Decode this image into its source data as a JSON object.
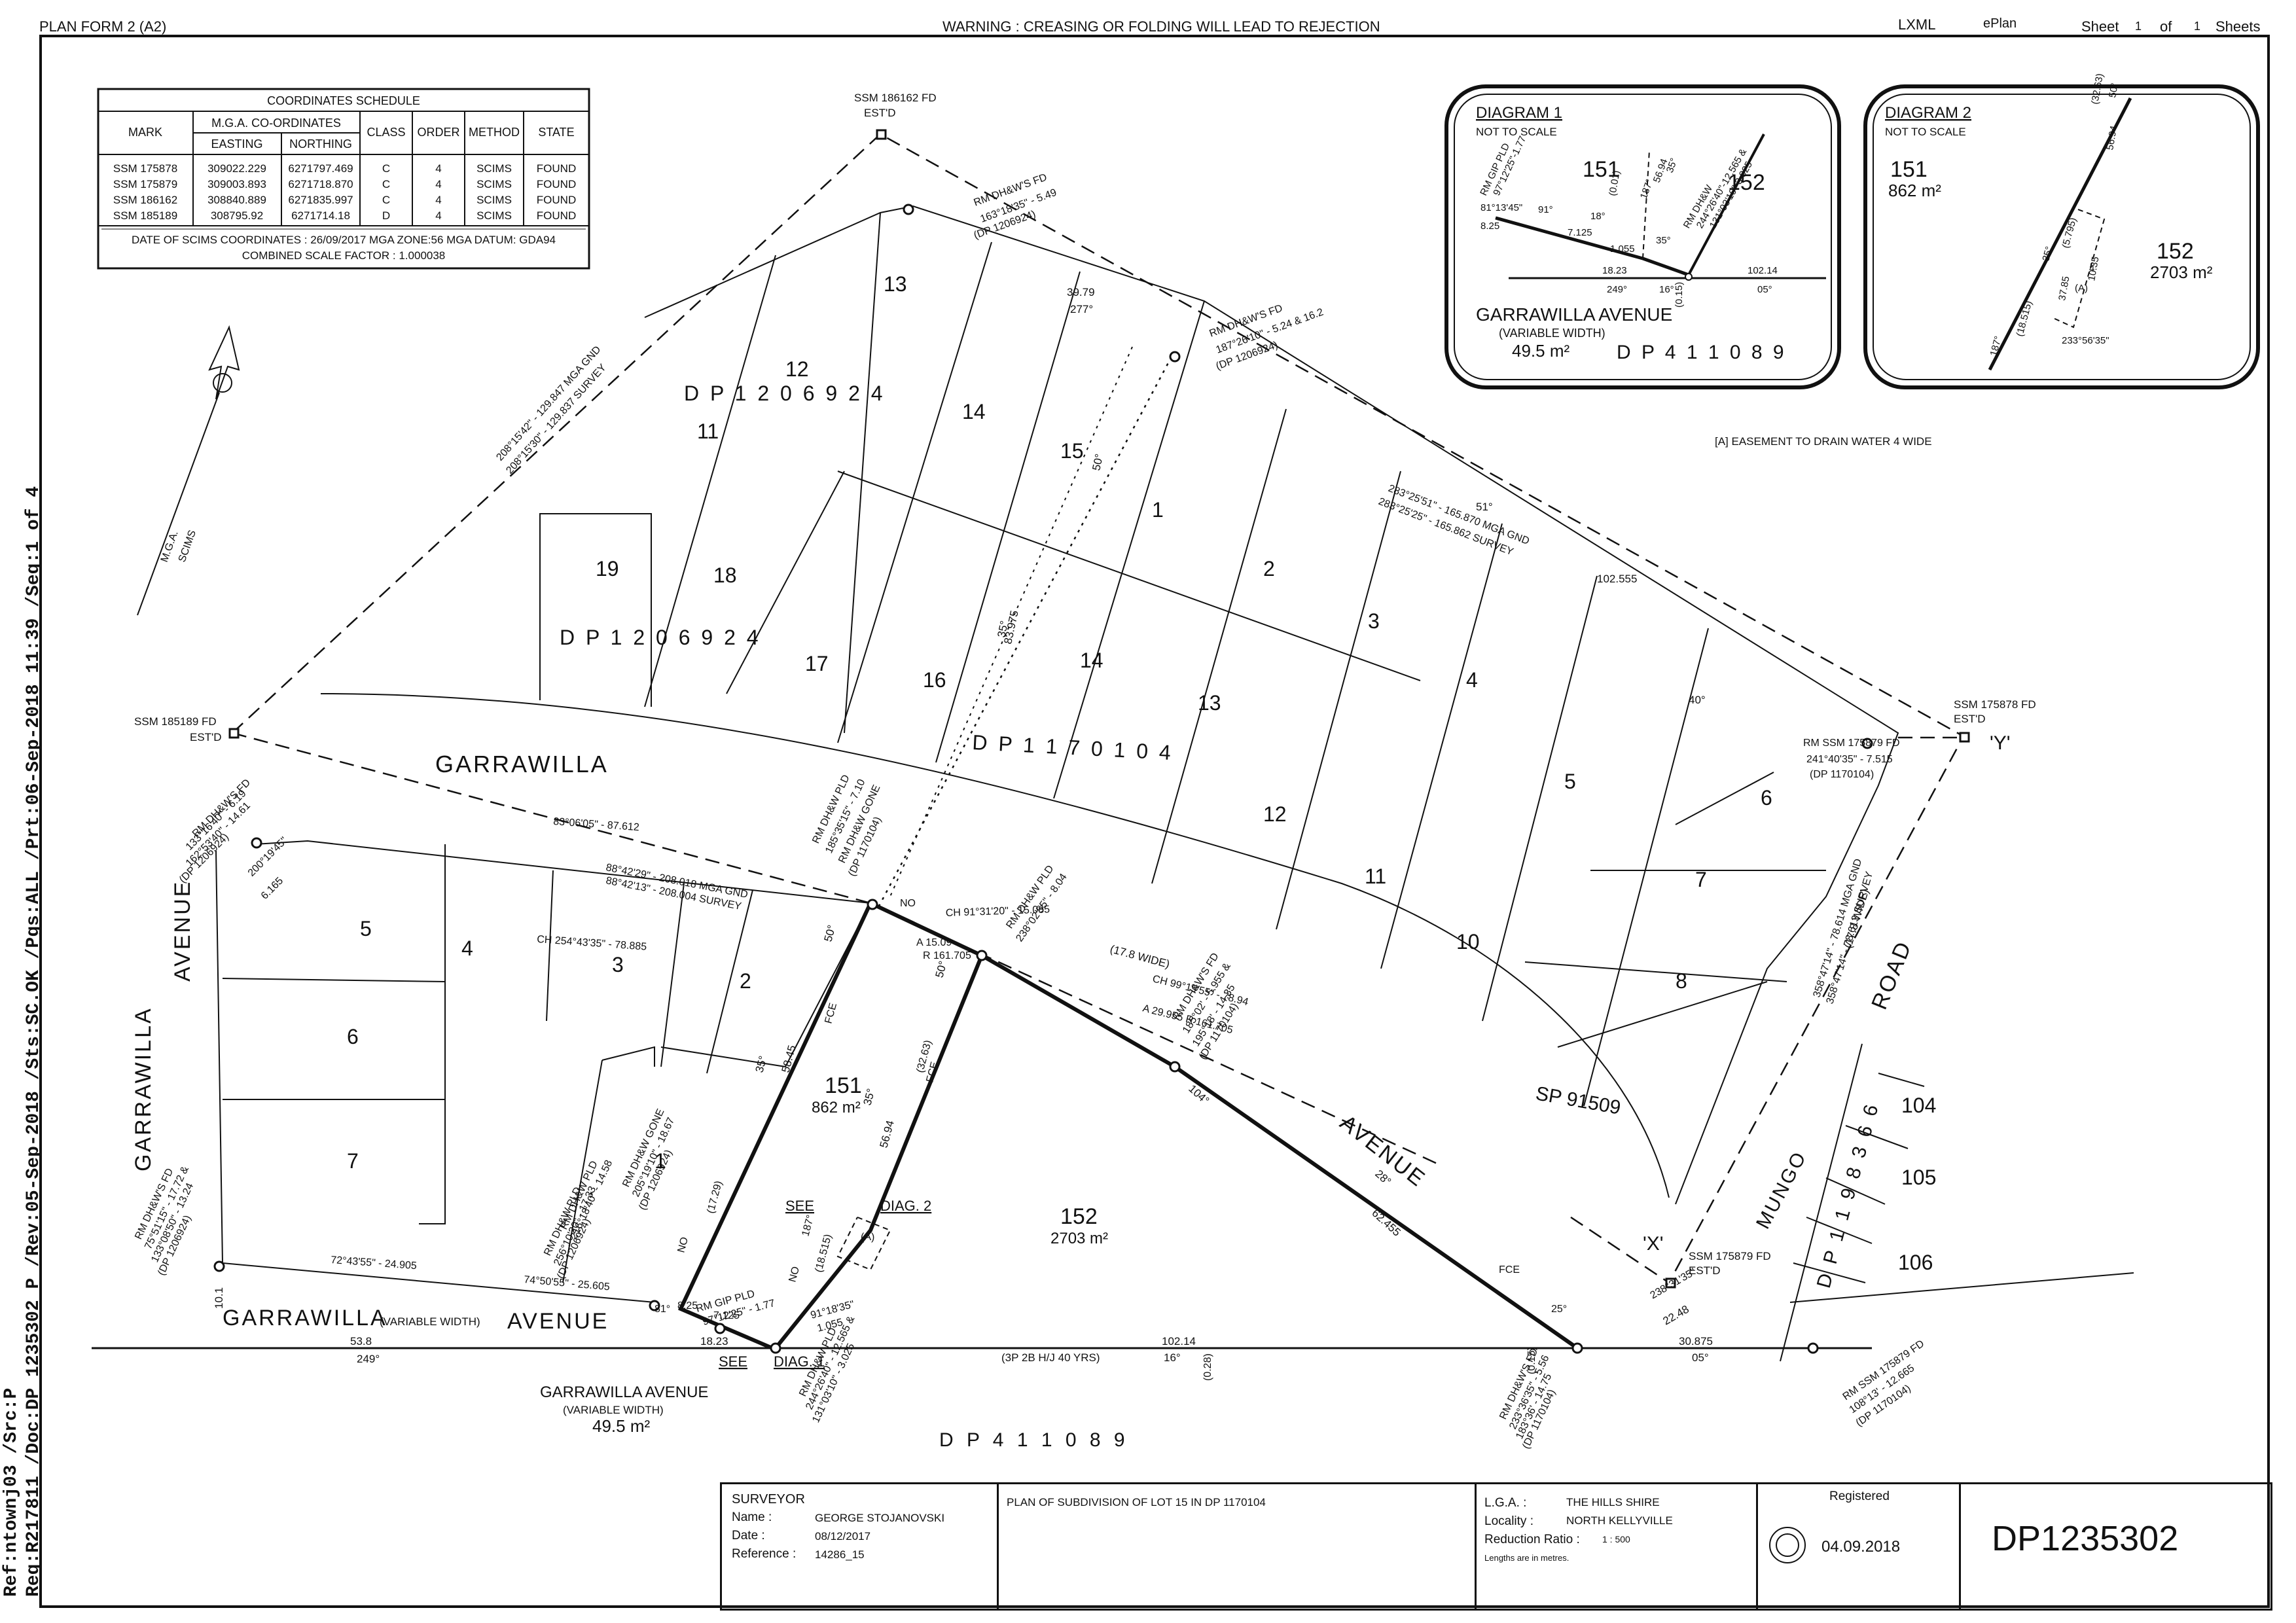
{
  "header": {
    "form": "PLAN FORM 2 (A2)",
    "warning": "WARNING : CREASING OR FOLDING WILL LEAD TO REJECTION",
    "lxml": "LXML",
    "eplan": "ePlan",
    "sheet_word": "Sheet",
    "sheet_num": "1",
    "of_word": "of",
    "sheet_total": "1",
    "sheets_word": "Sheets"
  },
  "sidebar": {
    "line1": "Req:R217811 /Doc:DP 1235302 P /Rev:05-Sep-2018 /Sts:SC.OK /Pgs:ALL /Prt:06-Sep-2018 11:39 /Seq:1 of 4",
    "line2": "Ref:ntownj03 /Src:P"
  },
  "coord_schedule": {
    "title": "COORDINATES SCHEDULE",
    "headers": {
      "mark": "MARK",
      "mga": "M.G.A. CO-ORDINATES",
      "easting": "EASTING",
      "northing": "NORTHING",
      "class": "CLASS",
      "order": "ORDER",
      "method": "METHOD",
      "state": "STATE"
    },
    "rows": [
      [
        "SSM 175878",
        "309022.229",
        "6271797.469",
        "C",
        "4",
        "SCIMS",
        "FOUND"
      ],
      [
        "SSM 175879",
        "309003.893",
        "6271718.870",
        "C",
        "4",
        "SCIMS",
        "FOUND"
      ],
      [
        "SSM 186162",
        "308840.889",
        "6271835.997",
        "C",
        "4",
        "SCIMS",
        "FOUND"
      ],
      [
        "SSM 185189",
        "308795.92",
        "6271714.18",
        "D",
        "4",
        "SCIMS",
        "FOUND"
      ]
    ],
    "footer1": "DATE OF SCIMS COORDINATES : 26/09/2017   MGA ZONE:56   MGA DATUM: GDA94",
    "footer2": "COMBINED SCALE FACTOR : 1.000038"
  },
  "diagram1": {
    "title": "DIAGRAM 1",
    "nts": "NOT TO SCALE",
    "lot151": "151",
    "lot152": "152",
    "road": "GARRAWILLA AVENUE",
    "road_width": "(VARIABLE WIDTH)",
    "area": "49.5 m²",
    "dp": "D P 4 1 1 0 8 9",
    "labels": [
      "81°13'45\"",
      "8.25",
      "RM GIP PLD",
      "97°12'25\"-1.77",
      "91°",
      "7.125",
      "18°",
      "(0.01)",
      "187°",
      "56.94",
      "35°",
      "1.055",
      "35°",
      "RM DH&W",
      "244°26'40\"-12.565 &",
      "131°03'10\"-3.025",
      "18.23",
      "249°",
      "16°",
      "102.14",
      "05°",
      "(0.15)"
    ]
  },
  "diagram2": {
    "title": "DIAGRAM 2",
    "nts": "NOT TO SCALE",
    "lot151": "151",
    "area151": "862 m²",
    "lot152": "152",
    "area152": "2703 m²",
    "labels": [
      "(32.63)",
      "56.94",
      "50°",
      "187°",
      "(18.515)",
      "35°",
      "(5.795)",
      "4",
      "10.35",
      "37.85",
      "(A)",
      "233°56'35\""
    ]
  },
  "easement_note": "[A]  EASEMENT TO DRAIN WATER 4 WIDE",
  "north": {
    "label1": "M.G.A.",
    "label2": "SCIMS"
  },
  "roads": {
    "garrawilla": "GARRAWILLA",
    "avenue": "AVENUE",
    "garrawilla_avenue_left1": "GARRAWILLA",
    "garrawilla_avenue_left2": "AVENUE",
    "garrawilla_bottom": "GARRAWILLA",
    "variable_width": "(VARIABLE WIDTH)",
    "avenue_bottom": "AVENUE",
    "mungo": "MUNGO",
    "road": "ROAD",
    "garrawilla_avenue_area1": "GARRAWILLA AVENUE",
    "garrawilla_avenue_area2": "(VARIABLE WIDTH)",
    "garrawilla_avenue_area3": "49.5 m²"
  },
  "marks": {
    "ssm186162": "SSM 186162 FD",
    "ssm186162b": "EST'D",
    "ssm185189": "SSM 185189 FD",
    "ssm185189b": "EST'D",
    "ssm175878": "SSM 175878 FD",
    "ssm175878b": "EST'D",
    "ssm175879": "SSM 175879 FD",
    "ssm175879b": "EST'D",
    "y": "'Y'",
    "x": "'X'"
  },
  "lots": {
    "l151": "151",
    "a151": "862 m²",
    "l152": "152",
    "a152": "2703 m²",
    "sp": "SP 91509",
    "dp_bottom": "D P 4 1 1 0 8 9",
    "see1": "SEE",
    "diag1": "DIAG. 1",
    "see2": "SEE",
    "diag2": "DIAG. 2"
  },
  "plan_labels": [
    [
      "13",
      1350,
      445
    ],
    [
      "12",
      1200,
      575
    ],
    [
      "11",
      1065,
      670
    ],
    [
      "14",
      1470,
      640
    ],
    [
      "15",
      1620,
      700
    ],
    [
      "19",
      910,
      880
    ],
    [
      "18",
      1090,
      890
    ],
    [
      "17",
      1230,
      1025
    ],
    [
      "16",
      1410,
      1050
    ],
    [
      "1",
      1760,
      790
    ],
    [
      "2",
      1930,
      880
    ],
    [
      "3",
      2090,
      960
    ],
    [
      "4",
      2240,
      1050
    ],
    [
      "5",
      2390,
      1205
    ],
    [
      "6",
      2690,
      1230
    ],
    [
      "7",
      2590,
      1355
    ],
    [
      "8",
      2560,
      1510
    ],
    [
      "14",
      1650,
      1020
    ],
    [
      "13",
      1830,
      1085
    ],
    [
      "12",
      1930,
      1255
    ],
    [
      "11",
      2085,
      1350
    ],
    [
      "10",
      2225,
      1450
    ],
    [
      "5",
      550,
      1430
    ],
    [
      "6",
      530,
      1595
    ],
    [
      "7",
      530,
      1785
    ],
    [
      "4",
      705,
      1460
    ],
    [
      "3",
      935,
      1485
    ],
    [
      "2",
      1130,
      1510
    ],
    [
      "1",
      1000,
      1785
    ],
    [
      "104",
      2905,
      1700
    ],
    [
      "105",
      2905,
      1810
    ],
    [
      "106",
      2900,
      1940
    ]
  ],
  "dp_strings": {
    "dp1206924_top": "D  P  1  2  0  6  9  2  4",
    "dp1206924_mid": "D  P  1  2  0  6  9  2  4",
    "dp1170104": "D  P  1  1  7  0  1  0  4",
    "dp1198366": "D  P  1  1  9  8  3  6  6"
  },
  "dims": [
    [
      "39.79",
      1630,
      452,
      0
    ],
    [
      "277°",
      1635,
      478,
      0
    ],
    [
      "102.555",
      2440,
      890,
      0
    ],
    [
      "51°",
      2255,
      780,
      0
    ],
    [
      "40°",
      2580,
      1075,
      0
    ],
    [
      "83.975",
      1545,
      985,
      -78
    ],
    [
      "50°",
      1680,
      720,
      -78
    ],
    [
      "35°",
      1535,
      975,
      -78
    ],
    [
      "58.45",
      1205,
      1640,
      -75
    ],
    [
      "35°",
      1165,
      1640,
      -75
    ],
    [
      "56.94",
      1355,
      1755,
      -75
    ],
    [
      "35°",
      1330,
      1690,
      -75
    ],
    [
      "50°",
      1270,
      1440,
      -75
    ],
    [
      "50°",
      1440,
      1495,
      -75
    ],
    [
      "62.455",
      2095,
      1855,
      42
    ],
    [
      "28°",
      2100,
      1795,
      42
    ],
    [
      "104°",
      1815,
      1665,
      42
    ],
    [
      "(17.8 WIDE)",
      1695,
      1455,
      15
    ],
    [
      "(17.8 WIDE)",
      2828,
      1450,
      -73
    ],
    [
      "102.14",
      1775,
      2055,
      0
    ],
    [
      "16°",
      1778,
      2080,
      0
    ],
    [
      "30.875",
      2565,
      2055,
      0
    ],
    [
      "05°",
      2585,
      2080,
      0
    ],
    [
      "53.8",
      535,
      2055,
      0
    ],
    [
      "249°",
      545,
      2082,
      0
    ],
    [
      "18.23",
      1070,
      2055,
      0
    ],
    [
      "22.48",
      2545,
      2025,
      -30
    ],
    [
      "10.1",
      340,
      2000,
      -90
    ],
    [
      "(3P 2B  H/J  40 YRS)",
      1530,
      2080,
      0
    ]
  ],
  "long_labels": [
    [
      "208°15'42\" - 129.847 MGA GND",
      765,
      705,
      -48
    ],
    [
      "208°15'30\" - 129.837 SURVEY",
      780,
      725,
      -48
    ],
    [
      "283°25'51\" - 165.870 MGA GND",
      2120,
      750,
      21
    ],
    [
      "283°25'25\" - 165.862 SURVEY",
      2105,
      770,
      21
    ],
    [
      "83°06'05\" - 87.612",
      845,
      1260,
      4
    ],
    [
      "88°42'29\" - 208.018 MGA GND",
      925,
      1330,
      11
    ],
    [
      "88°42'13\" - 208.004 SURVEY",
      925,
      1350,
      11
    ],
    [
      "CH 254°43'35\" - 78.885",
      820,
      1440,
      4
    ],
    [
      "CH 91°31'20\" - 15.085",
      1445,
      1400,
      -2
    ],
    [
      "CH 99°19'55\" - 78.94",
      1760,
      1500,
      14
    ],
    [
      "A 29.955   R 161.705",
      1745,
      1545,
      14
    ],
    [
      "358°47'14\" - 78.614 MGA GND",
      2780,
      1525,
      -73
    ],
    [
      "358°47'14\" - 78.613 SURVEY",
      2800,
      1535,
      -73
    ],
    [
      "72°43'55\" - 24.905",
      505,
      1930,
      4
    ],
    [
      "74°50'55\" - 25.605",
      800,
      1960,
      5
    ],
    [
      "RM DH&W'S FD",
      1490,
      315,
      -20
    ],
    [
      "163°18'35\" - 5.49",
      1500,
      340,
      -20
    ],
    [
      "(DP 1206924)",
      1490,
      365,
      -20
    ],
    [
      "RM DH&W'S FD",
      1850,
      515,
      -20
    ],
    [
      "187°26'10\" - 5.24 & 16.2",
      1860,
      540,
      -20
    ],
    [
      "(DP 1206924)",
      1860,
      565,
      -20
    ],
    [
      "RM DH&W'S FD",
      300,
      1280,
      -45
    ],
    [
      "133°16'40\" - 6.19",
      290,
      1300,
      -45
    ],
    [
      "162°53'40\" - 14.61",
      290,
      1325,
      -45
    ],
    [
      "(DP 1206924)",
      280,
      1350,
      -45
    ],
    [
      "RM SSM 175879 FD",
      2755,
      1140,
      0
    ],
    [
      "241°40'35\" - 7.515",
      2760,
      1165,
      0
    ],
    [
      "(DP 1170104)",
      2765,
      1188,
      0
    ],
    [
      "RM DH&W PLD",
      1250,
      1290,
      -65
    ],
    [
      "185°35'15\" - 7.10",
      1270,
      1305,
      -65
    ],
    [
      "RM DH&W GONE",
      1290,
      1320,
      -65
    ],
    [
      "(DP 1170104)",
      1305,
      1340,
      -65
    ],
    [
      "RM DH&W PLD",
      1545,
      1420,
      -55
    ],
    [
      "238°02'55\" - 8.04",
      1560,
      1440,
      -55
    ],
    [
      "RM DH&W'S FD",
      1800,
      1560,
      -58
    ],
    [
      "185°02' - 5.955 &",
      1815,
      1580,
      -58
    ],
    [
      "195°18' - 14.35",
      1830,
      1600,
      -58
    ],
    [
      "(DP 1170104)",
      1840,
      1620,
      -58
    ],
    [
      "RM DH&W GONE",
      960,
      1815,
      -65
    ],
    [
      "205°19'10\" - 18.67",
      975,
      1830,
      -65
    ],
    [
      "(DP 1206924)",
      985,
      1850,
      -65
    ],
    [
      "RM DH&W PLD",
      865,
      1880,
      -65
    ],
    [
      "216°18'40\" - 14.58",
      880,
      1895,
      -65
    ],
    [
      "RM DH&W PLD",
      840,
      1920,
      -65
    ],
    [
      "256°10'20\" - 17.33",
      855,
      1935,
      -65
    ],
    [
      "(DP 1206924)",
      860,
      1955,
      -65
    ],
    [
      "RM DH&W'S FD",
      215,
      1895,
      -65
    ],
    [
      "75°51'15\" - 17.72 &",
      230,
      1910,
      -65
    ],
    [
      "133°08'50\" - 13.24",
      240,
      1930,
      -65
    ],
    [
      "(DP 1206924)",
      250,
      1950,
      -65
    ],
    [
      "RM GIP PLD",
      1065,
      2005,
      -15
    ],
    [
      "97°12'25\" - 1.77",
      1075,
      2025,
      -15
    ],
    [
      "RM DH&W PLD",
      1230,
      2135,
      -65
    ],
    [
      "244°26'40\" - 12.565 &",
      1240,
      2155,
      -65
    ],
    [
      "131°03'10\" - 3.025",
      1250,
      2175,
      -65
    ],
    [
      "RM DH&W'S FD",
      2300,
      2170,
      -65
    ],
    [
      "233°36'35\" - 5.56",
      2315,
      2185,
      -65
    ],
    [
      "183°36' - 14.75",
      2325,
      2200,
      -65
    ],
    [
      "(DP 1170104)",
      2335,
      2215,
      -65
    ],
    [
      "RM SSM 175879 FD",
      2820,
      2140,
      -35
    ],
    [
      "108°13' - 12.665",
      2830,
      2160,
      -35
    ],
    [
      "(DP 1170104)",
      2840,
      2180,
      -35
    ],
    [
      "238°31'35\"",
      2525,
      1985,
      -30
    ],
    [
      "200°19'45\"",
      385,
      1340,
      -45
    ],
    [
      "6.165",
      405,
      1375,
      -45
    ],
    [
      "A 15.09",
      1400,
      1445,
      0
    ],
    [
      "R 161.705",
      1410,
      1465,
      0
    ],
    [
      "91°18'35\"",
      1240,
      2015,
      -15
    ],
    [
      "1.055",
      1250,
      2035,
      -15
    ],
    [
      "7.125",
      1090,
      2015,
      0
    ],
    [
      "8.25",
      1035,
      2000,
      0
    ],
    [
      "(18.515)",
      1255,
      1945,
      -75
    ],
    [
      "187°",
      1235,
      1890,
      -75
    ],
    [
      "(32.63)",
      1410,
      1640,
      -75
    ],
    [
      "(17.29)",
      1090,
      1855,
      -75
    ],
    [
      "(A)",
      1315,
      1895,
      0
    ],
    [
      "FCE",
      1270,
      1565,
      -75
    ],
    [
      "FCE",
      1425,
      1655,
      -75
    ],
    [
      "FCE",
      2290,
      1945,
      0
    ],
    [
      "NO",
      1375,
      1385,
      0
    ],
    [
      "NO",
      1215,
      1960,
      -75
    ],
    [
      "NO",
      1045,
      1915,
      -75
    ],
    [
      "25°",
      2370,
      2005,
      0
    ],
    [
      "81°",
      1000,
      2005,
      0
    ],
    [
      "(0.28)",
      1850,
      2110,
      -90
    ],
    [
      "(0.15)",
      2345,
      2100,
      -90
    ]
  ],
  "title_block": {
    "surveyor_heading": "SURVEYOR",
    "name_label": "Name :",
    "name": "GEORGE STOJANOVSKI",
    "date_label": "Date :",
    "date": "08/12/2017",
    "ref_label": "Reference :",
    "ref": "14286_15",
    "plan_of": "PLAN OF SUBDIVISION OF LOT 15 IN DP 1170104",
    "lga_label": "L.G.A. :",
    "lga": "THE HILLS SHIRE",
    "locality_label": "Locality :",
    "locality": "NORTH KELLYVILLE",
    "ratio_label": "Reduction Ratio :",
    "ratio": "1 : 500",
    "lengths": "Lengths are in metres.",
    "registered": "Registered",
    "reg_date": "04.09.2018",
    "dp_number": "DP1235302"
  }
}
